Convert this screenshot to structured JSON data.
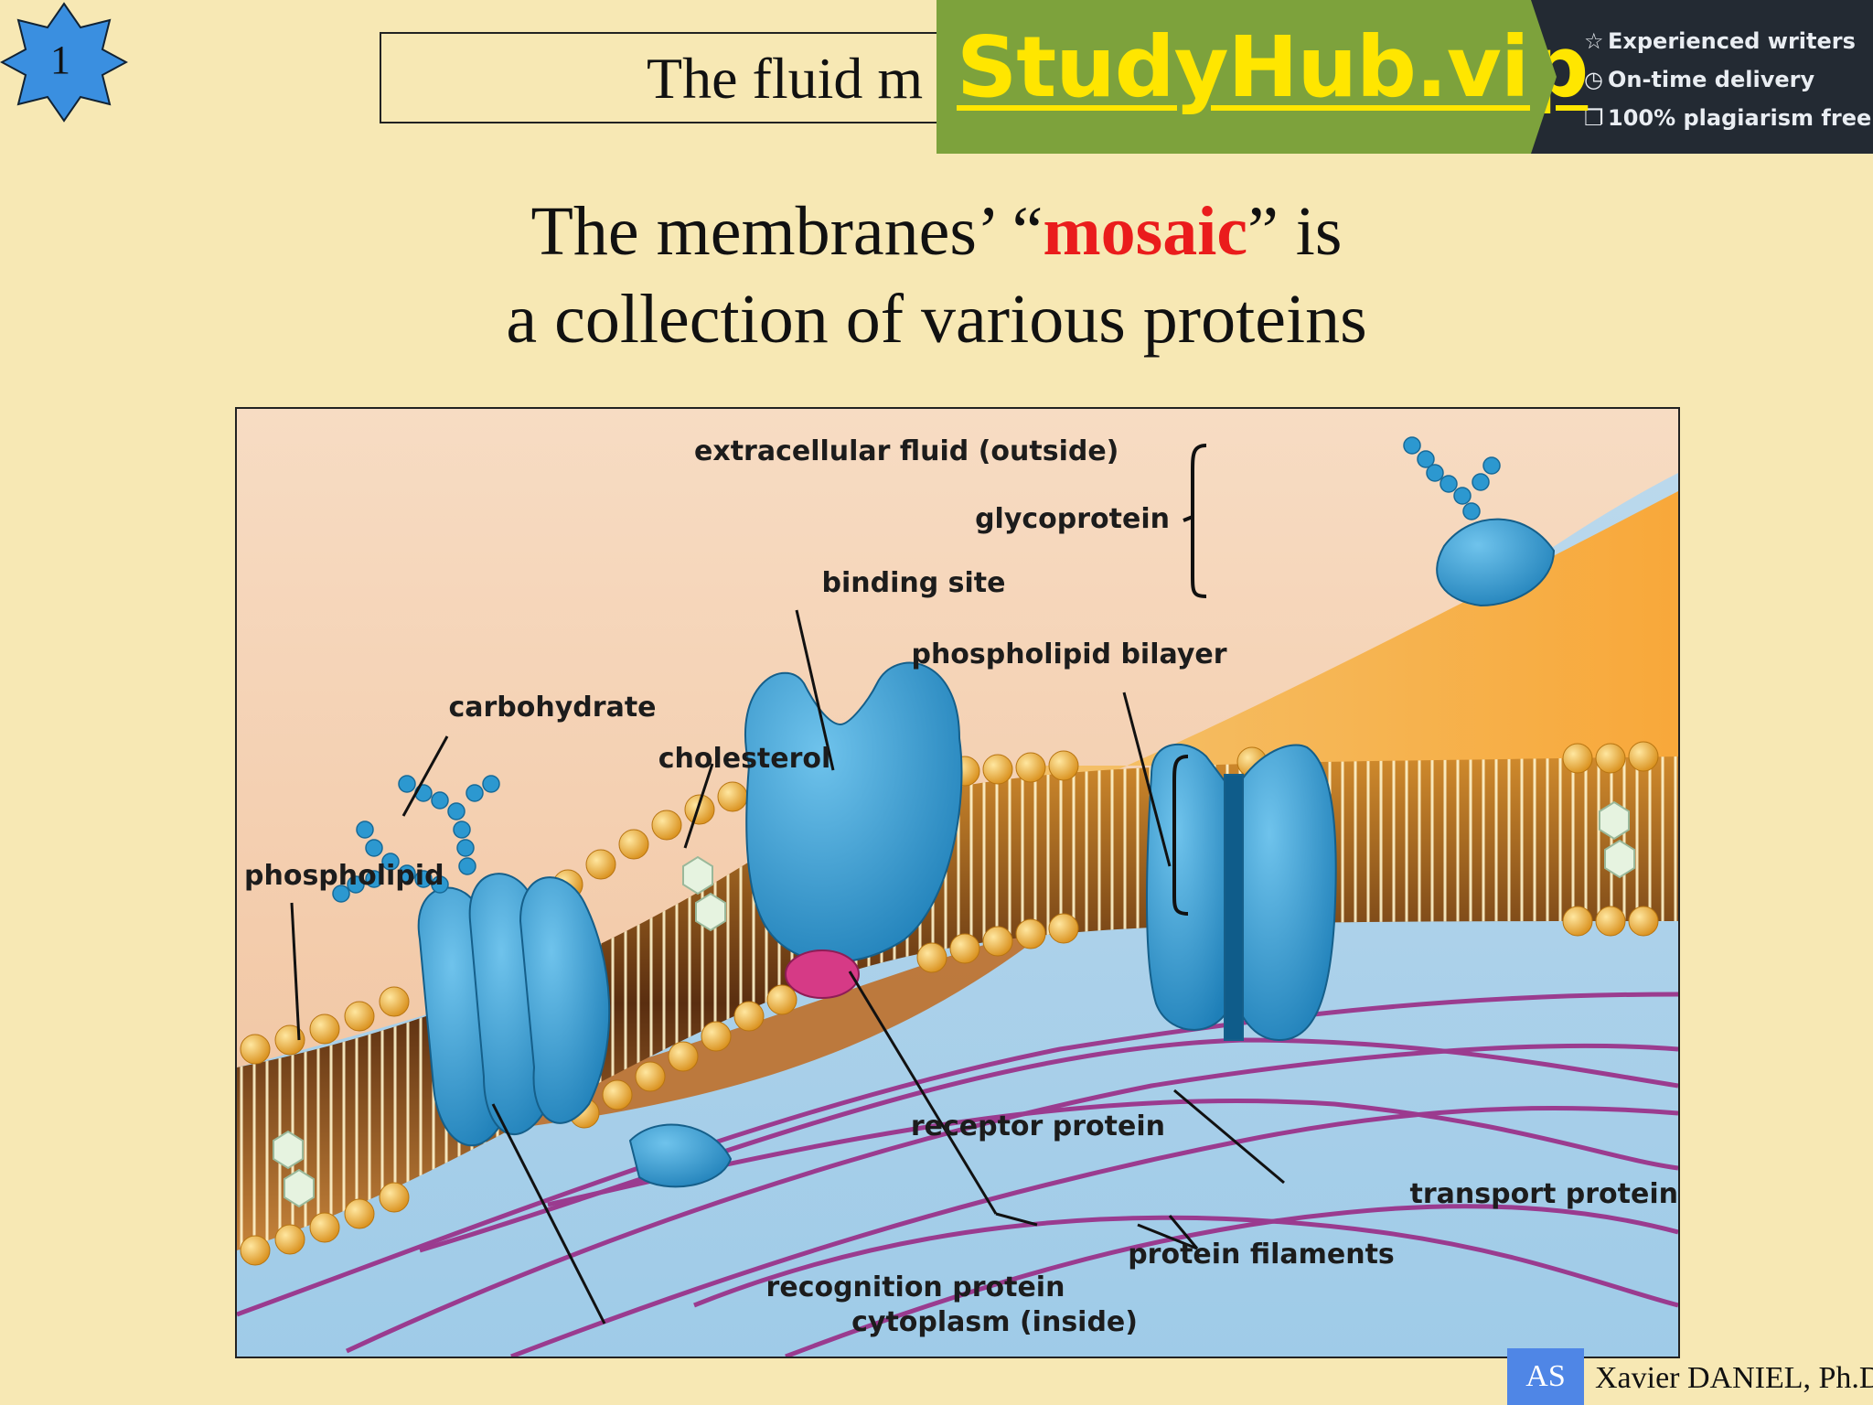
{
  "slide": {
    "number": "1",
    "title_visible": "The fluid m",
    "heading_line1_pre": "The membranes’ “",
    "heading_highlight": "mosaic",
    "heading_line1_post": "” is",
    "heading_line2": "a collection of various proteins",
    "highlight_color": "#ea1c1c"
  },
  "banner": {
    "brand": "StudyHub.vip",
    "features": [
      {
        "icon": "star-icon",
        "glyph": "☆",
        "text": "Experienced writers"
      },
      {
        "icon": "clock-icon",
        "glyph": "◷",
        "text": "On-time delivery"
      },
      {
        "icon": "copy-icon",
        "glyph": "❐",
        "text": "100% plagiarism free"
      }
    ]
  },
  "diagram": {
    "labels": {
      "extracellular": "extracellular fluid (outside)",
      "glycoprotein": "glycoprotein",
      "binding_site": "binding site",
      "bilayer": "phospholipid bilayer",
      "carbohydrate": "carbohydrate",
      "cholesterol": "cholesterol",
      "phospholipid": "phospholipid",
      "receptor": "receptor protein",
      "transport": "transport protein",
      "filaments": "protein filaments",
      "recognition": "recognition protein",
      "cytoplasm": "cytoplasm (inside)"
    }
  },
  "footer": {
    "badge": "AS",
    "author": "Xavier DANIEL, Ph.D."
  }
}
